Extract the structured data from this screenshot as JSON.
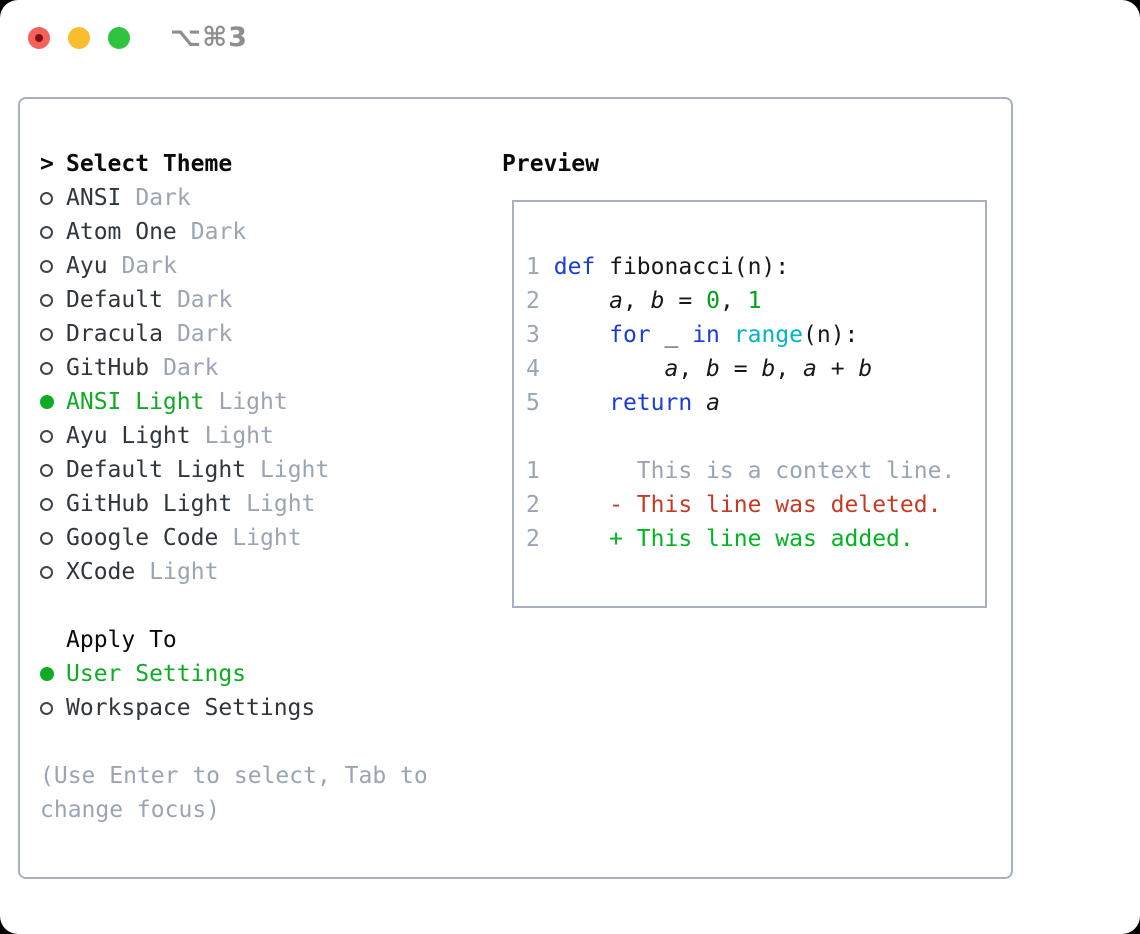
{
  "titlebar": {
    "shortcut": "⌥⌘3",
    "lights": [
      {
        "name": "close",
        "color": "#f4605a"
      },
      {
        "name": "minimize",
        "color": "#fbbd2d"
      },
      {
        "name": "zoom",
        "color": "#2fc33e"
      }
    ]
  },
  "panel": {
    "theme_list": {
      "prompt": ">",
      "title": "Select Theme",
      "items": [
        {
          "name": "ANSI",
          "tag": "Dark",
          "selected": false
        },
        {
          "name": "Atom One",
          "tag": "Dark",
          "selected": false
        },
        {
          "name": "Ayu",
          "tag": "Dark",
          "selected": false
        },
        {
          "name": "Default",
          "tag": "Dark",
          "selected": false
        },
        {
          "name": "Dracula",
          "tag": "Dark",
          "selected": false
        },
        {
          "name": "GitHub",
          "tag": "Dark",
          "selected": false
        },
        {
          "name": "ANSI Light",
          "tag": "Light",
          "selected": true
        },
        {
          "name": "Ayu Light",
          "tag": "Light",
          "selected": false
        },
        {
          "name": "Default Light",
          "tag": "Light",
          "selected": false
        },
        {
          "name": "GitHub Light",
          "tag": "Light",
          "selected": false
        },
        {
          "name": "Google Code",
          "tag": "Light",
          "selected": false
        },
        {
          "name": "XCode",
          "tag": "Light",
          "selected": false
        }
      ]
    },
    "apply_to": {
      "title": "Apply To",
      "options": [
        {
          "label": "User Settings",
          "selected": true
        },
        {
          "label": "Workspace Settings",
          "selected": false
        }
      ]
    },
    "help_lines": [
      "(Use Enter to select, Tab to",
      "change focus)"
    ],
    "preview": {
      "title": "Preview",
      "code_lines": [
        {
          "num": "1",
          "tokens": [
            {
              "t": " ",
              "c": "fg"
            },
            {
              "t": "def",
              "c": "kw"
            },
            {
              "t": " fibonacci(n):",
              "c": "fg"
            }
          ]
        },
        {
          "num": "2",
          "tokens": [
            {
              "t": "     ",
              "c": "fg"
            },
            {
              "t": "a",
              "c": "var"
            },
            {
              "t": ", ",
              "c": "fg"
            },
            {
              "t": "b",
              "c": "var"
            },
            {
              "t": " = ",
              "c": "fg"
            },
            {
              "t": "0",
              "c": "num"
            },
            {
              "t": ", ",
              "c": "fg"
            },
            {
              "t": "1",
              "c": "num"
            }
          ]
        },
        {
          "num": "3",
          "tokens": [
            {
              "t": "     ",
              "c": "fg"
            },
            {
              "t": "for",
              "c": "kw"
            },
            {
              "t": " _ ",
              "c": "fg"
            },
            {
              "t": "in",
              "c": "kw"
            },
            {
              "t": " ",
              "c": "fg"
            },
            {
              "t": "range",
              "c": "builtin"
            },
            {
              "t": "(n):",
              "c": "fg"
            }
          ]
        },
        {
          "num": "4",
          "tokens": [
            {
              "t": "         ",
              "c": "fg"
            },
            {
              "t": "a",
              "c": "var"
            },
            {
              "t": ", ",
              "c": "fg"
            },
            {
              "t": "b",
              "c": "var"
            },
            {
              "t": " = ",
              "c": "fg"
            },
            {
              "t": "b",
              "c": "var"
            },
            {
              "t": ", ",
              "c": "fg"
            },
            {
              "t": "a",
              "c": "var"
            },
            {
              "t": " + ",
              "c": "fg"
            },
            {
              "t": "b",
              "c": "var"
            }
          ]
        },
        {
          "num": "5",
          "tokens": [
            {
              "t": "     ",
              "c": "fg"
            },
            {
              "t": "return",
              "c": "kw"
            },
            {
              "t": " ",
              "c": "fg"
            },
            {
              "t": "a",
              "c": "var"
            }
          ]
        },
        {
          "num": "",
          "tokens": []
        },
        {
          "num": "1",
          "tokens": [
            {
              "t": "       This is a context line.",
              "c": "ctx"
            }
          ]
        },
        {
          "num": "2",
          "tokens": [
            {
              "t": "     - This line was deleted.",
              "c": "del"
            }
          ]
        },
        {
          "num": "2",
          "tokens": [
            {
              "t": "     + This line was added.",
              "c": "add"
            }
          ]
        }
      ]
    }
  },
  "colors": {
    "selection_green": "#10ab25",
    "keyword_blue": "#1a3cd7",
    "builtin_cyan": "#00b4c8",
    "number_green": "#00a316",
    "deleted_red": "#c43a24",
    "added_green": "#00b51f",
    "muted_gray": "#9aa5b3",
    "border_gray": "#a9b1bc",
    "text_dark": "#30363d"
  }
}
